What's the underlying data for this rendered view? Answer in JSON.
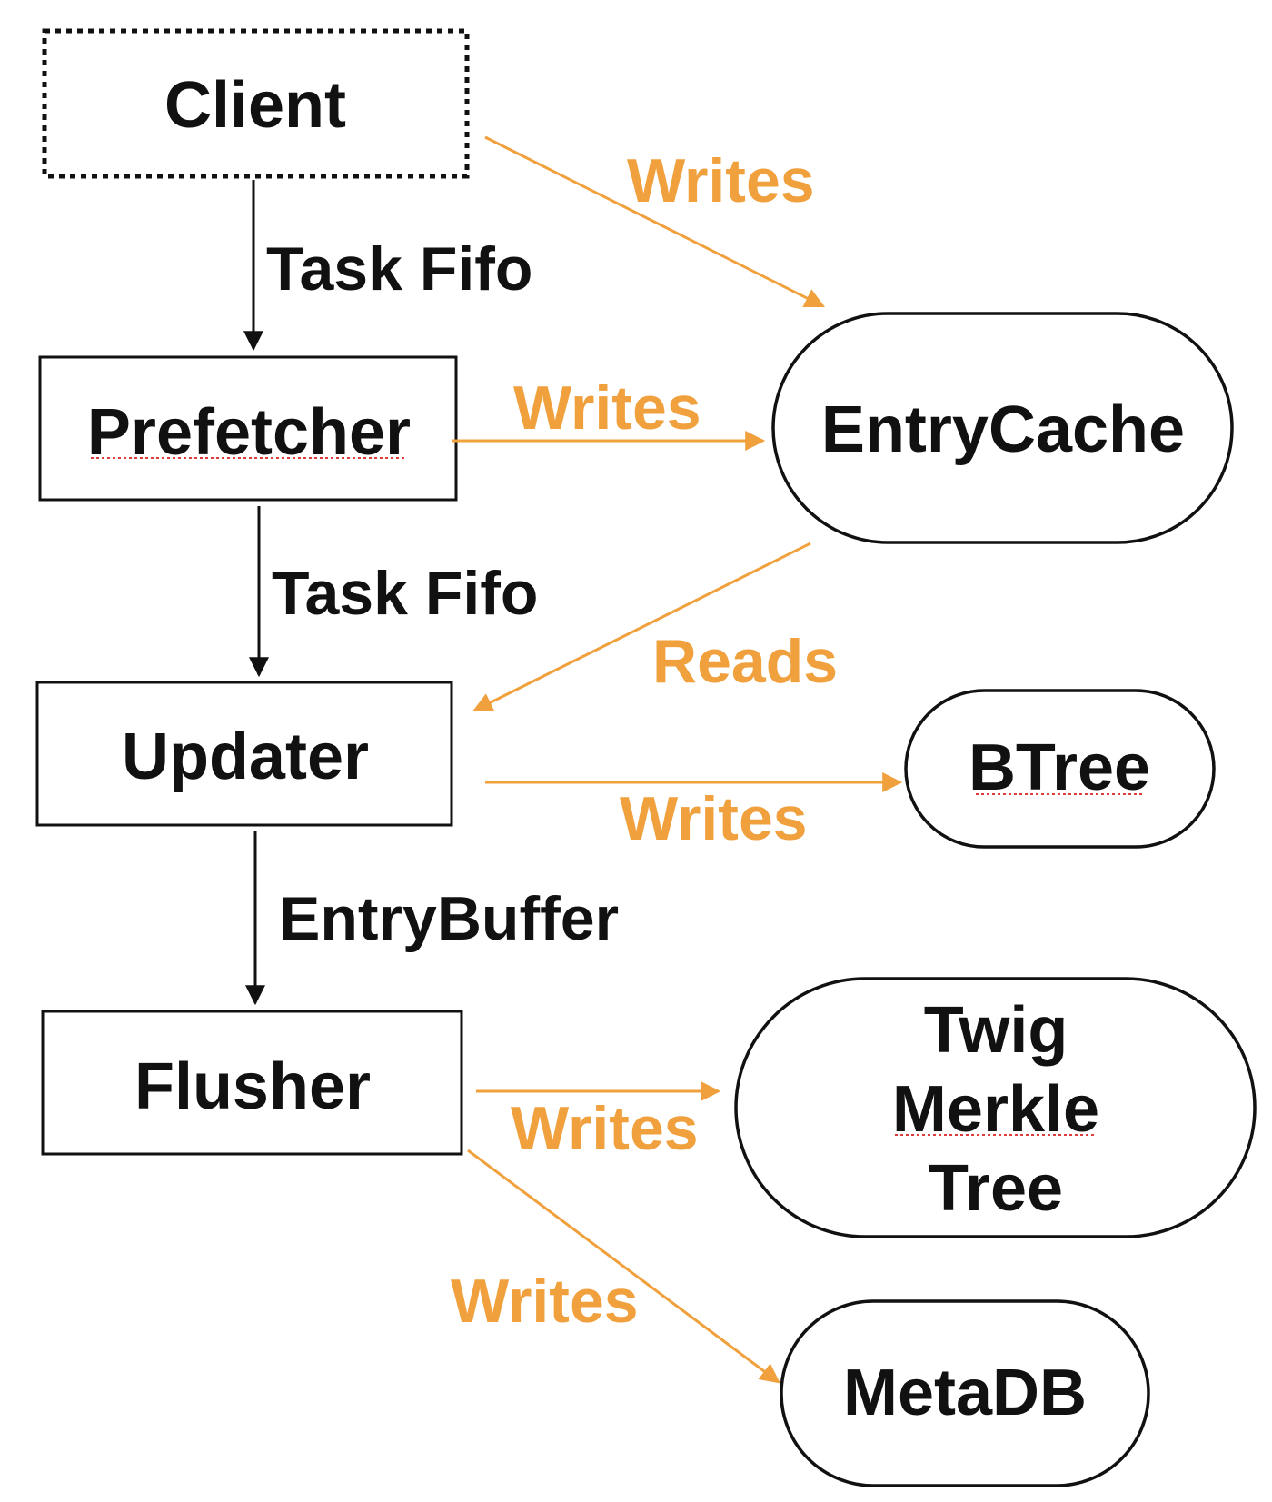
{
  "colors": {
    "ink": "#111111",
    "accent": "#f0a03c",
    "spellcheck": "#e03b3b"
  },
  "nodes": {
    "client": "Client",
    "prefetcher": "Prefetcher",
    "updater": "Updater",
    "flusher": "Flusher",
    "entry_cache": "EntryCache",
    "btree": "BTree",
    "twig_merkle_tree": [
      "Twig",
      "Merkle",
      "Tree"
    ],
    "metadb": "MetaDB"
  },
  "edges": {
    "client_to_prefetcher": "Task Fifo",
    "prefetcher_to_updater": "Task Fifo",
    "updater_to_flusher": "EntryBuffer",
    "client_to_entry_cache": "Writes",
    "prefetcher_to_entry_cache": "Writes",
    "entry_cache_to_updater": "Reads",
    "updater_to_btree": "Writes",
    "flusher_to_twig": "Writes",
    "flusher_to_metadb": "Writes"
  }
}
